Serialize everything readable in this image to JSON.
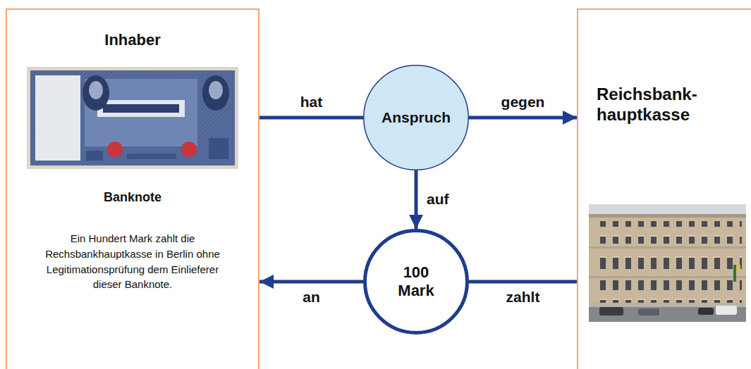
{
  "diagram": {
    "nodes": [
      {
        "text": [
          "Inhaber",
          "Banknote",
          "Ein Hundert Mark zahlt die Rechsbankhauptkasse in Berlin ohne Legitimationsprüfung dem Einlieferer dieser Banknote."
        ]
      },
      {
        "text": [
          "Anspruch"
        ]
      },
      {
        "text": [
          "Reichsbank- hauptkasse"
        ]
      },
      {
        "text": [
          "100 Mark"
        ]
      }
    ],
    "edges": [
      {
        "from": 0,
        "to": 1,
        "label": "hat",
        "arrow": "none"
      },
      {
        "from": 1,
        "to": 2,
        "label": "gegen",
        "arrow": "to"
      },
      {
        "from": 1,
        "to": 3,
        "label": "auf",
        "arrow": "to"
      },
      {
        "from": 2,
        "to": 3,
        "label": "zahlt",
        "arrow": "none"
      },
      {
        "from": 3,
        "to": 0,
        "label": "an",
        "arrow": "to"
      }
    ]
  }
}
